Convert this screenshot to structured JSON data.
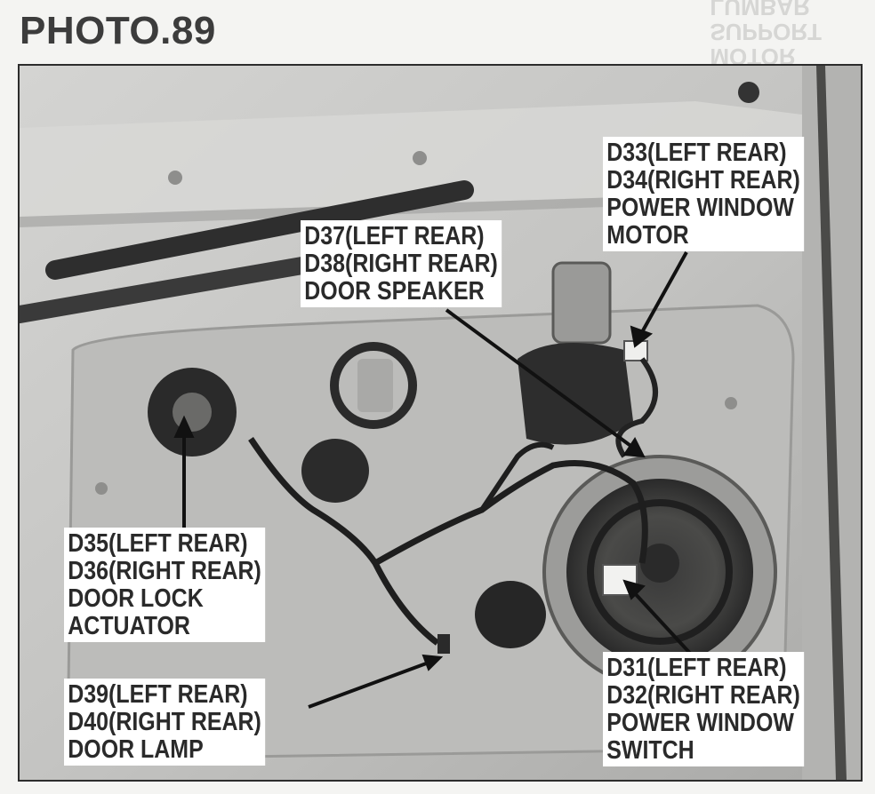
{
  "header": {
    "title": "PHOTO.89",
    "ghost_lines": [
      "LUMBAR",
      "SUPPORT",
      "MOTOR"
    ]
  },
  "photo": {
    "subject": "rear door inner panel with trim removed",
    "colors": {
      "panel": "#c9c9c7",
      "panel_dark": "#a8a8a6",
      "rubber": "#2b2b2b",
      "label_bg": "#ffffff",
      "label_text": "#2a2a2a"
    }
  },
  "callouts": {
    "motor": [
      "D33(LEFT REAR)",
      "D34(RIGHT REAR)",
      "POWER WINDOW",
      "MOTOR"
    ],
    "speaker": [
      "D37(LEFT REAR)",
      "D38(RIGHT REAR)",
      "DOOR SPEAKER"
    ],
    "lock": [
      "D35(LEFT REAR)",
      "D36(RIGHT REAR)",
      "DOOR LOCK",
      "ACTUATOR"
    ],
    "lamp": [
      "D39(LEFT REAR)",
      "D40(RIGHT REAR)",
      "DOOR LAMP"
    ],
    "switch": [
      "D31(LEFT REAR)",
      "D32(RIGHT REAR)",
      "POWER WINDOW",
      "SWITCH"
    ]
  }
}
